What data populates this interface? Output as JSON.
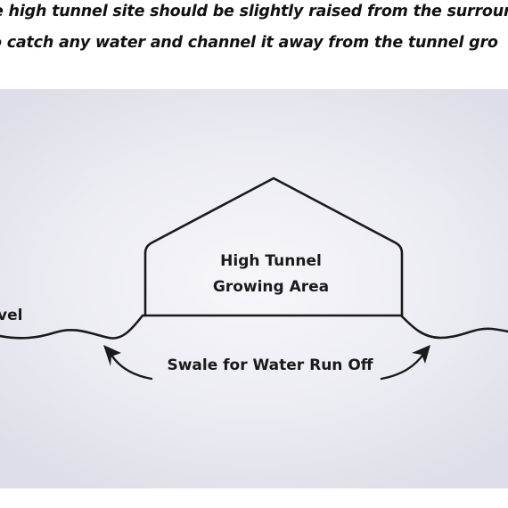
{
  "caption": {
    "line1": "e high tunnel site should be slightly raised from the surroun",
    "line2": "o catch any water and channel it away from the tunnel gro"
  },
  "diagram": {
    "tunnel_label_line1": "High Tunnel",
    "tunnel_label_line2": "Growing Area",
    "ground_label": "vel",
    "swale_label": "Swale for Water Run Off"
  },
  "colors": {
    "ink": "#1a1a1a",
    "background": "#ececf3"
  }
}
